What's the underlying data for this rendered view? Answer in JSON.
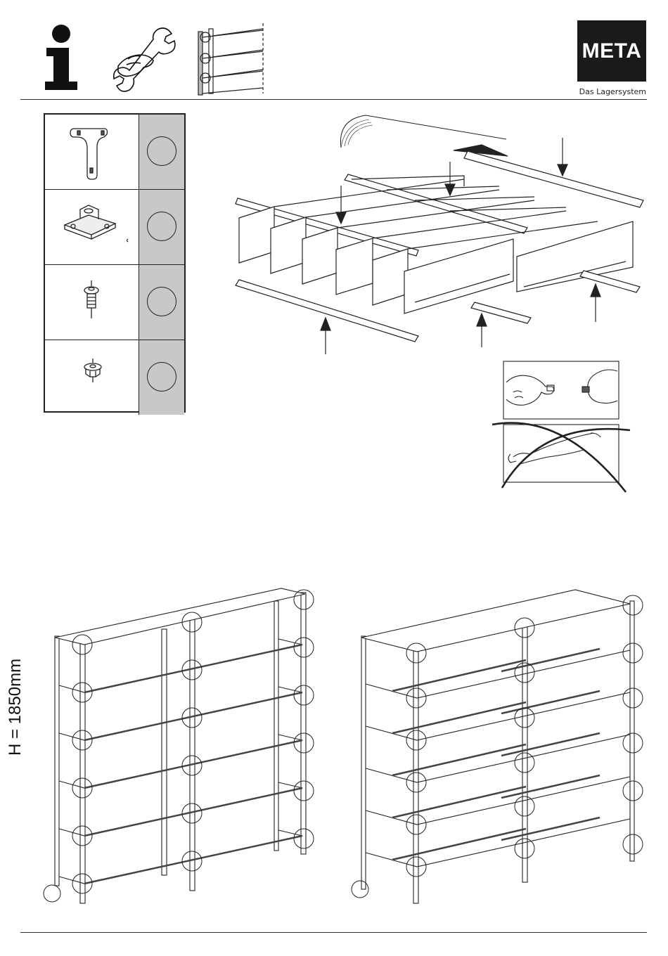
{
  "brand": {
    "logo_text": "META",
    "tagline": "Das Lagersystem"
  },
  "header_icons": [
    "info-icon",
    "wrench-hand-icon",
    "shelf-thumbnail-icon"
  ],
  "parts": [
    {
      "name": "corner-bracket",
      "icon": "l-bracket-icon"
    },
    {
      "name": "foot-plate",
      "icon": "foot-plate-icon"
    },
    {
      "name": "bolt",
      "icon": "bolt-icon"
    },
    {
      "name": "nut",
      "icon": "nut-icon"
    }
  ],
  "dimension": {
    "height_label": "H = 1850mm"
  },
  "colors": {
    "logo_bg": "#1a1a1a",
    "qty_column": "#c8c8c8",
    "line": "#222222"
  }
}
